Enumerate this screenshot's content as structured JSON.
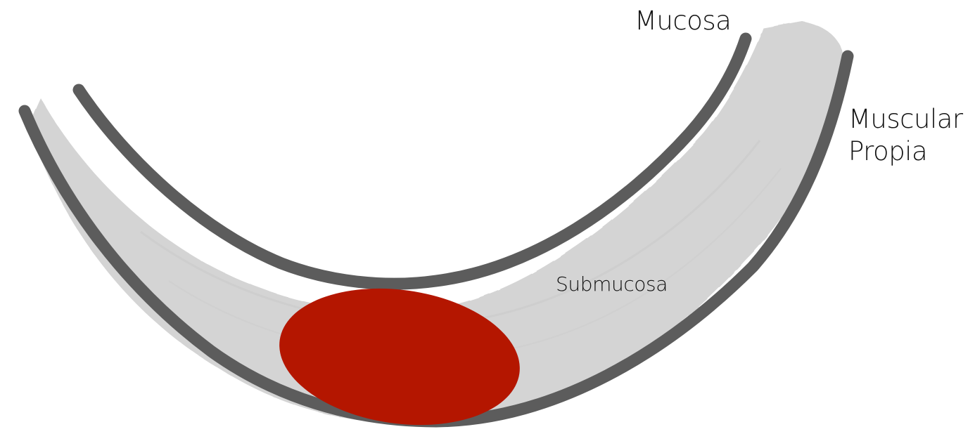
{
  "labels": {
    "mucosa": "Mucosa",
    "muscular_line1": "Muscular",
    "muscular_line2": "Propia",
    "submucosa": "Submucosa"
  },
  "colors": {
    "tissue_fill": "#d4d4d4",
    "wall_line": "#5c5c5c",
    "lesion": "#b41600",
    "background": "#ffffff",
    "text": "#111111"
  }
}
